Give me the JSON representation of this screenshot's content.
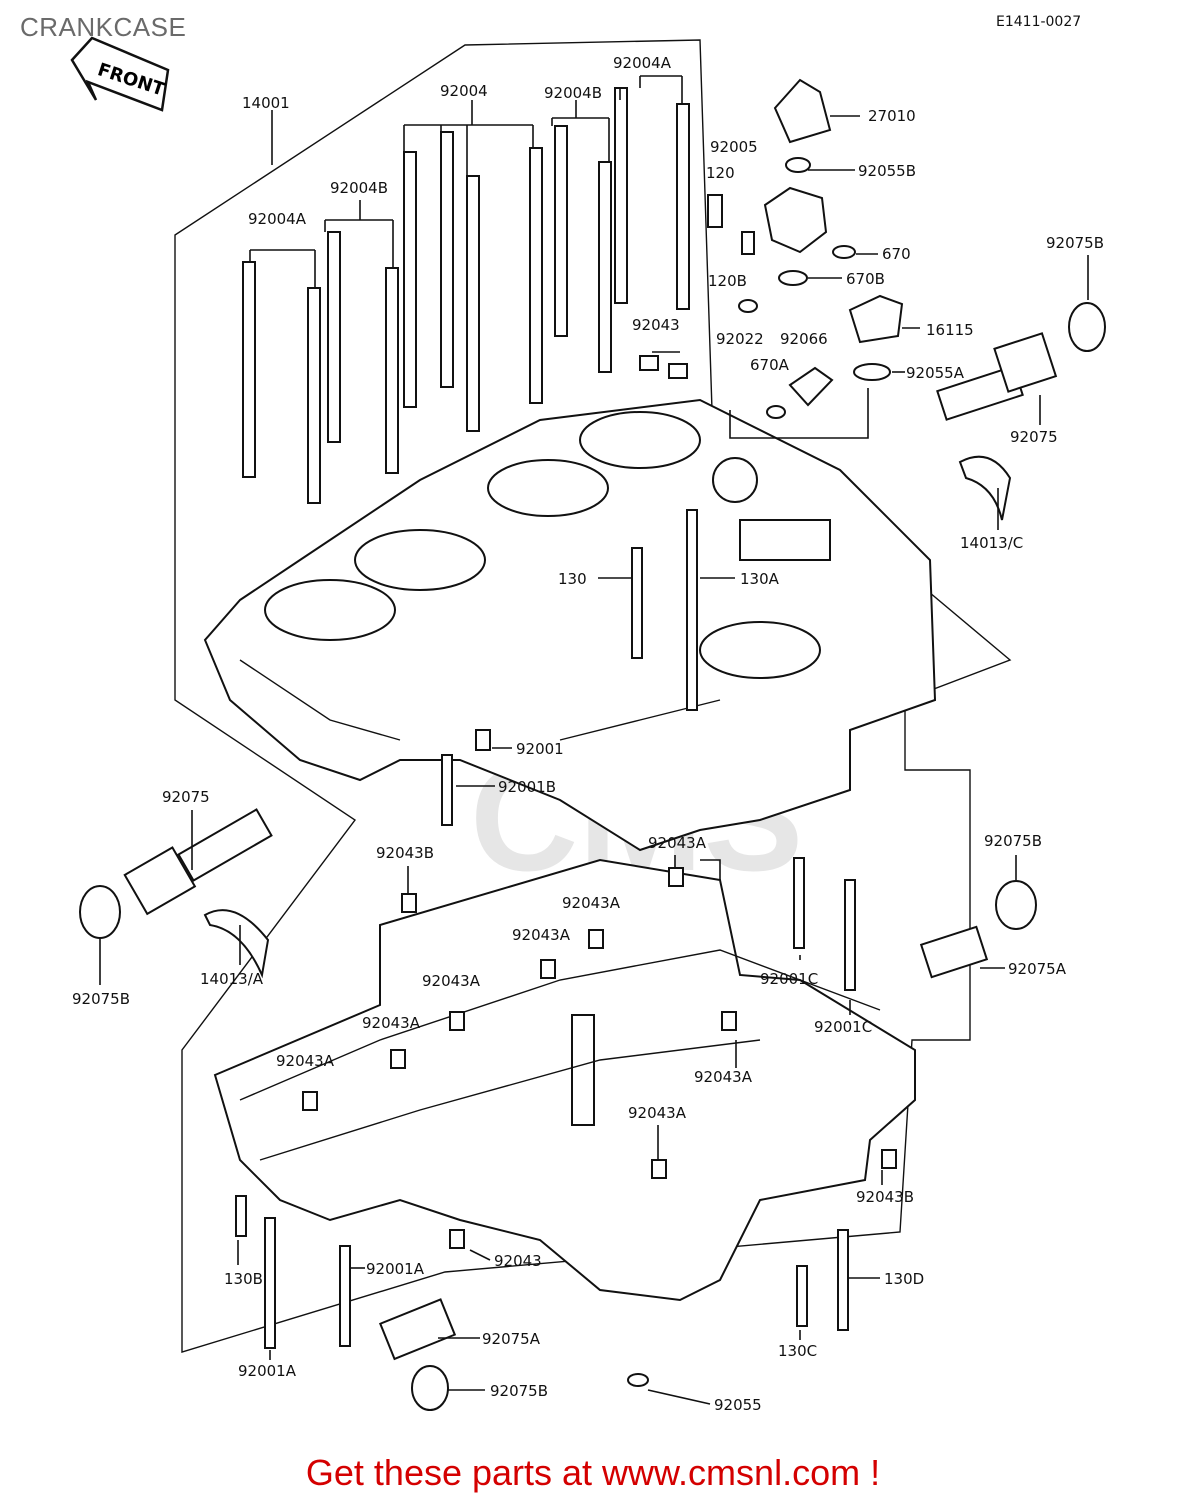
{
  "title": "CRANKCASE",
  "ref_code": "E1411-0027",
  "front_label": "FRONT",
  "watermark": "CMS",
  "footer": "Get these parts at www.cmsnl.com !",
  "labels": [
    {
      "id": "l-14001",
      "text": "14001"
    },
    {
      "id": "l-92004",
      "text": "92004"
    },
    {
      "id": "l-92004A-top",
      "text": "92004A"
    },
    {
      "id": "l-92004B-top",
      "text": "92004B"
    },
    {
      "id": "l-92004B-left",
      "text": "92004B"
    },
    {
      "id": "l-92004A-left",
      "text": "92004A"
    },
    {
      "id": "l-27010",
      "text": "27010"
    },
    {
      "id": "l-92005",
      "text": "92005"
    },
    {
      "id": "l-92055B",
      "text": "92055B"
    },
    {
      "id": "l-120",
      "text": "120"
    },
    {
      "id": "l-670",
      "text": "670"
    },
    {
      "id": "l-120B",
      "text": "120B"
    },
    {
      "id": "l-670B",
      "text": "670B"
    },
    {
      "id": "l-92075B-r1",
      "text": "92075B"
    },
    {
      "id": "l-92043-top",
      "text": "92043"
    },
    {
      "id": "l-92022",
      "text": "92022"
    },
    {
      "id": "l-92066",
      "text": "92066"
    },
    {
      "id": "l-16115",
      "text": "16115"
    },
    {
      "id": "l-670A",
      "text": "670A"
    },
    {
      "id": "l-92055A",
      "text": "92055A"
    },
    {
      "id": "l-92075-r",
      "text": "92075"
    },
    {
      "id": "l-14013C",
      "text": "14013/C"
    },
    {
      "id": "l-130",
      "text": "130"
    },
    {
      "id": "l-130A",
      "text": "130A"
    },
    {
      "id": "l-92001",
      "text": "92001"
    },
    {
      "id": "l-92001B",
      "text": "92001B"
    },
    {
      "id": "l-92075-l",
      "text": "92075"
    },
    {
      "id": "l-92043B-l",
      "text": "92043B"
    },
    {
      "id": "l-92043A-1",
      "text": "92043A"
    },
    {
      "id": "l-92043A-2",
      "text": "92043A"
    },
    {
      "id": "l-92043A-3",
      "text": "92043A"
    },
    {
      "id": "l-92043A-4",
      "text": "92043A"
    },
    {
      "id": "l-92043A-5",
      "text": "92043A"
    },
    {
      "id": "l-92043A-6",
      "text": "92043A"
    },
    {
      "id": "l-92043A-7",
      "text": "92043A"
    },
    {
      "id": "l-92043A-8",
      "text": "92043A"
    },
    {
      "id": "l-92075B-r2",
      "text": "92075B"
    },
    {
      "id": "l-92075A-r",
      "text": "92075A"
    },
    {
      "id": "l-92001C-1",
      "text": "92001C"
    },
    {
      "id": "l-92001C-2",
      "text": "92001C"
    },
    {
      "id": "l-92075B-l",
      "text": "92075B"
    },
    {
      "id": "l-14013A",
      "text": "14013/A"
    },
    {
      "id": "l-92043B-r",
      "text": "92043B"
    },
    {
      "id": "l-130B",
      "text": "130B"
    },
    {
      "id": "l-92043-b",
      "text": "92043"
    },
    {
      "id": "l-92001A-1",
      "text": "92001A"
    },
    {
      "id": "l-92001A-2",
      "text": "92001A"
    },
    {
      "id": "l-130D",
      "text": "130D"
    },
    {
      "id": "l-92075A-b",
      "text": "92075A"
    },
    {
      "id": "l-130C",
      "text": "130C"
    },
    {
      "id": "l-92075B-b",
      "text": "92075B"
    },
    {
      "id": "l-92055",
      "text": "92055"
    }
  ]
}
